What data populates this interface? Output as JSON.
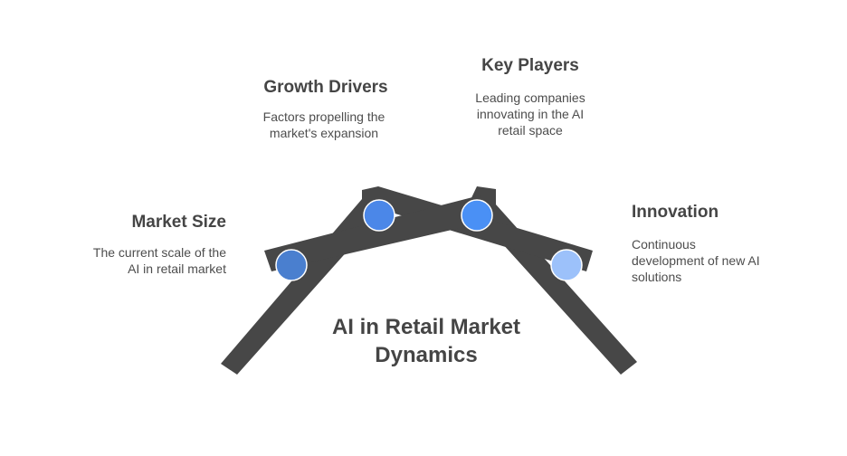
{
  "title": {
    "line1": "AI in Retail Market",
    "line2": "Dynamics"
  },
  "items": [
    {
      "heading": "Market Size",
      "desc_lines": [
        "The current scale of the",
        "AI in retail market"
      ],
      "color": "#4a7fcf"
    },
    {
      "heading": "Growth Drivers",
      "desc_lines": [
        "Factors propelling the",
        "market's expansion"
      ],
      "color": "#4b87e8"
    },
    {
      "heading": "Key Players",
      "desc_lines": [
        "Leading companies",
        "innovating in the AI",
        "retail space"
      ],
      "color": "#4a90f5"
    },
    {
      "heading": "Innovation",
      "desc_lines": [
        "Continuous",
        "development of new AI",
        "solutions"
      ],
      "color": "#9cc1fa"
    }
  ],
  "colors": {
    "beam": "#474747",
    "text": "#454545"
  }
}
